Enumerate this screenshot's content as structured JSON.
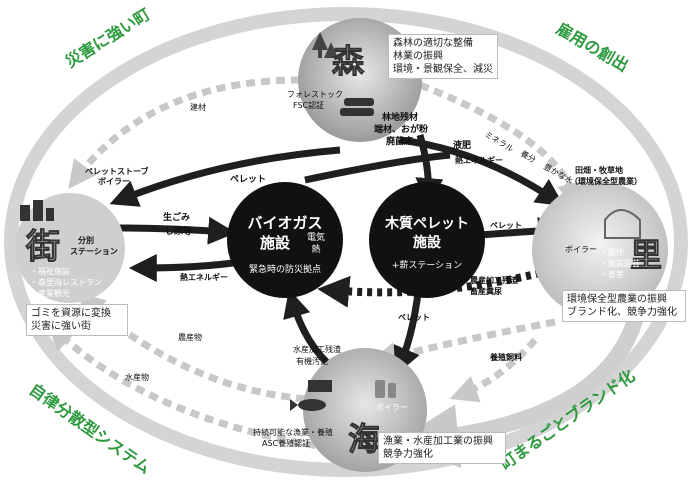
{
  "corners": {
    "tl": "災害に強い町",
    "tr": "雇用の創出",
    "bl": "自律分散型システム",
    "br": "町まるごとブランド化"
  },
  "nodes": {
    "forest": {
      "kanji": "森",
      "desc": [
        "森林の適切な整備",
        "林業の振興",
        "環境・景観保全、減災"
      ],
      "fsc": [
        "フォレストック",
        "FSC認証"
      ],
      "residue": [
        "林地残材",
        "端材、おが粉",
        "廃菌床"
      ]
    },
    "town": {
      "kanji": "街",
      "station": [
        "分別",
        "ステーション"
      ],
      "list": [
        "・福祉施設",
        "・森里海レストラン",
        "・産業観光"
      ],
      "desc": [
        "ゴミを資源に変換",
        "災害に強い街"
      ],
      "stove": [
        "ペレットストーブ",
        "ボイラー"
      ]
    },
    "village": {
      "kanji": "里",
      "boiler": "ボイラー",
      "label": [
        "田畑・牧草地",
        "（環境保全型農業）"
      ],
      "list": [
        "・稲作",
        "・施設園芸",
        "・畜産"
      ],
      "desc": [
        "環境保全型農業の振興",
        "ブランド化、競争力強化"
      ]
    },
    "sea": {
      "kanji": "海",
      "boiler": "ボイラー",
      "desc": [
        "漁業・水産加工業の振興",
        "競争力強化"
      ],
      "cert": [
        "持続可能な漁業・養殖",
        "ASC養殖認証"
      ]
    },
    "biogas": {
      "title": [
        "バイオガス",
        "施設"
      ],
      "sub": "緊急時の防災拠点",
      "power": [
        "電気",
        "熱"
      ]
    },
    "pellet": {
      "title": [
        "木質ペレット",
        "施設"
      ],
      "sub": "+薪ステーション"
    }
  },
  "labels": {
    "building_material": "建材",
    "pellet": "ペレット",
    "liquid_fertilizer": "液肥",
    "heat_energy": "熱エネルギー",
    "garbage": [
      "生ごみ",
      "し尿等"
    ],
    "minerals": [
      "ミネラル",
      "養分",
      "豊かな水"
    ],
    "agri_residue": [
      "農産加工残渣",
      "畜産糞尿"
    ],
    "agri_product": "農産物",
    "seafood_residue": [
      "水産加工残渣",
      "有機汚泥"
    ],
    "seafood": "水産物",
    "feed": "養殖飼料"
  },
  "colors": {
    "dark": "#1f1f1f",
    "gray_arrow": "#c8c8c8",
    "corner_text": "#2e9a3e"
  }
}
